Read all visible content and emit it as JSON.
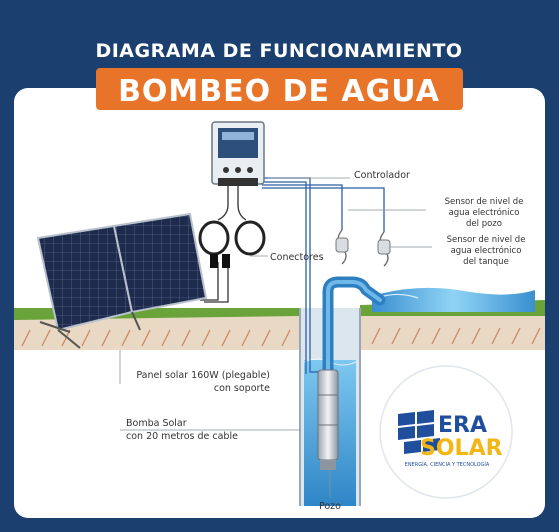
{
  "header": {
    "title_line1": "DIAGRAMA DE FUNCIONAMIENTO",
    "title_line2": "BOMBEO DE AGUA"
  },
  "labels": {
    "controlador": "Controlador",
    "conectores": "Conectores",
    "sensor_pozo": [
      "Sensor de nivel de",
      "agua electrónico",
      "del pozo"
    ],
    "sensor_tanque": [
      "Sensor de nivel de",
      "agua electrónico",
      "del tanque"
    ],
    "panel": [
      "Panel solar 160W (plegable)",
      "con soporte"
    ],
    "bomba": [
      "Bomba Solar",
      "con 20 metros de cable"
    ],
    "pozo": "Pozo"
  },
  "logo": {
    "brand_line1": "ERA",
    "brand_line2": "SOLAR",
    "tagline": "ENERGÍA, CIENCIA Y TECNOLOGÍA"
  },
  "colors": {
    "navy": "#1b3f6e",
    "orange": "#e8742a",
    "panel_blue": "#1d2a4a",
    "water": "#3b9fd8",
    "grass": "#6aa33a",
    "soil": "#e9d9c4",
    "logo_blue": "#1f4e9c",
    "logo_yellow": "#f2b617"
  }
}
